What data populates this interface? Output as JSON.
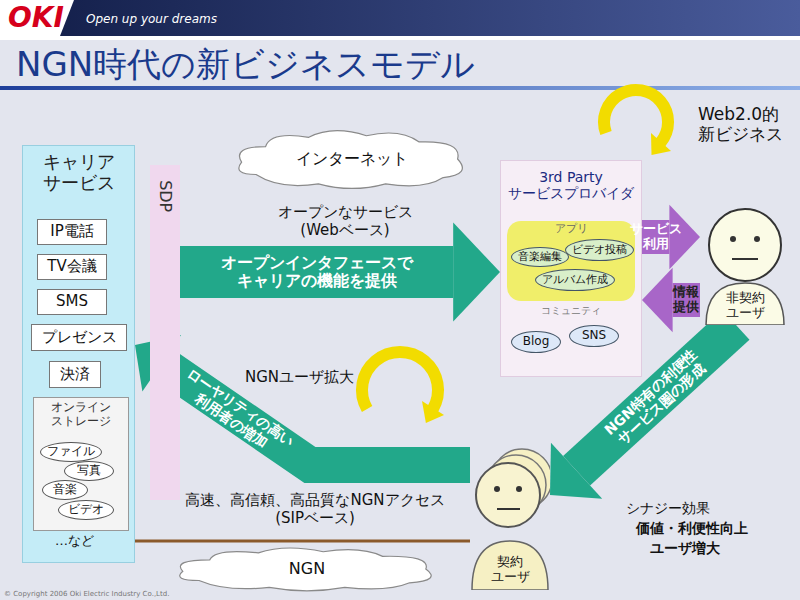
{
  "diagram": {
    "title": "NGN時代の新ビジネスモデル",
    "nodes": [
      {
        "text": [
          "キャリア サービス"
        ]
      },
      {
        "text": [
          "IP電話"
        ],
        "in": 0
      },
      {
        "text": [
          "TV会議"
        ],
        "in": 0
      },
      {
        "text": [
          "SMS"
        ],
        "in": 0
      },
      {
        "text": [
          "プレゼンス"
        ],
        "in": 0
      },
      {
        "text": [
          "決済"
        ],
        "in": 0
      },
      {
        "text": [
          "オンライン ストレージ"
        ],
        "in": 0
      },
      {
        "text": [
          "ファイル"
        ],
        "in": 6
      },
      {
        "text": [
          "写真"
        ],
        "in": 6
      },
      {
        "text": [
          "音楽"
        ],
        "in": 6
      },
      {
        "text": [
          "ビデオ"
        ],
        "in": 6
      },
      {
        "text": [
          "SDP"
        ]
      },
      {
        "text": [
          "インターネット"
        ]
      },
      {
        "text": [
          "3rd Party サービスプロバイダ"
        ]
      },
      {
        "text": [
          "アプリ"
        ],
        "in": 13
      },
      {
        "text": [
          "音楽編集"
        ],
        "in": 14
      },
      {
        "text": [
          "ビデオ投稿"
        ],
        "in": 14
      },
      {
        "text": [
          "アルバム作成"
        ],
        "in": 14
      },
      {
        "text": [
          "Blog"
        ],
        "in": 13
      },
      {
        "text": [
          "SNS"
        ],
        "in": 13
      },
      {
        "text": [
          "非契約 ユーザ"
        ]
      },
      {
        "text": [
          "NGN"
        ]
      },
      {
        "text": [
          "契約 ユーザ"
        ]
      }
    ],
    "edges": [
      {
        "from": 11,
        "to": 13,
        "label": "オープンインタフェースで キャリアの機能を提供",
        "arrow": "to"
      },
      {
        "from": 13,
        "to": 20,
        "label": "サービス 利用",
        "arrow": "to"
      },
      {
        "from": 20,
        "to": 13,
        "label": "情報 提供",
        "arrow": "to"
      },
      {
        "from": 22,
        "to": 0,
        "label": "ローヤリティの高い 利用者の増加",
        "arrow": "to"
      },
      {
        "from": 20,
        "to": 22,
        "label": "NGN特有の利便性 サービス圏の形成",
        "arrow": "to"
      },
      {
        "from": 0,
        "to": 22,
        "arrow": "none"
      }
    ],
    "labels": [
      "OKI",
      "Open up your dreams",
      "オープンなサービス (Webベース)",
      "Web2.0的 新ビジネス",
      "コミュニティ",
      "NGNユーザ拡大",
      "高速、高信頼、高品質なNGNアクセス (SIPベース)",
      "…など",
      "シナジー効果",
      "価値・利便性向上",
      "ユーザ増大",
      "© Copyright 2006 Oki Electric Industry Co.,Ltd."
    ]
  }
}
